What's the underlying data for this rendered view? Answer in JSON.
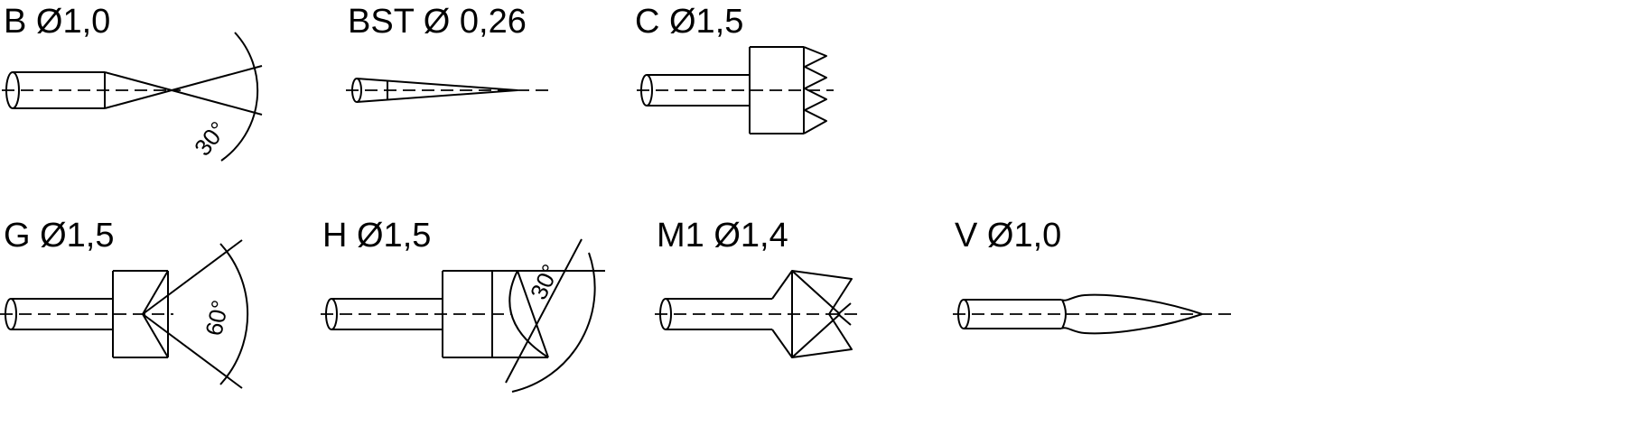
{
  "canvas": {
    "background": "#ffffff",
    "line_color": "#000000"
  },
  "probes": [
    {
      "id": "b",
      "label": "B Ø1,0",
      "angle": "30°",
      "tip_style": "cone-point"
    },
    {
      "id": "bst",
      "label": "BST Ø 0,26",
      "tip_style": "needle-point"
    },
    {
      "id": "c",
      "label": "C Ø1,5",
      "tip_style": "serrated-face"
    },
    {
      "id": "g",
      "label": "G Ø1,5",
      "angle": "60°",
      "tip_style": "concave-cup"
    },
    {
      "id": "h",
      "label": "H Ø1,5",
      "angle": "30°",
      "tip_style": "chisel-bevel"
    },
    {
      "id": "m1",
      "label": "M1 Ø1,4",
      "tip_style": "crown"
    },
    {
      "id": "v",
      "label": "V Ø1,0",
      "tip_style": "long-taper-point"
    }
  ]
}
